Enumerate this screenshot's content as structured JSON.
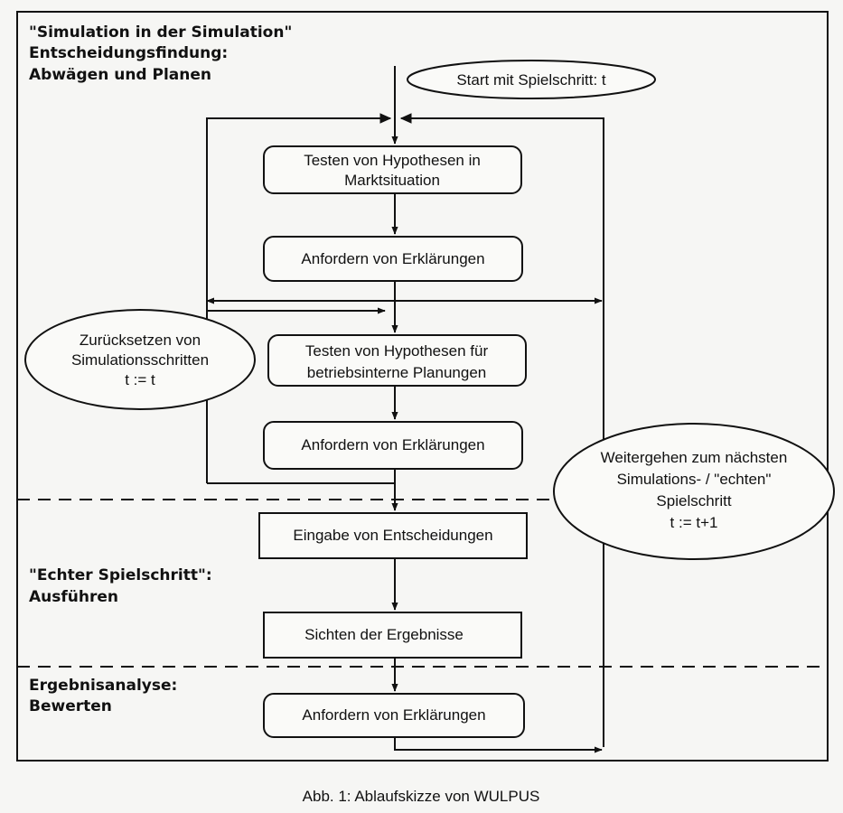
{
  "sections": {
    "planning_title": [
      "\"Simulation in der Simulation\"",
      "Entscheidungsfindung:",
      "Abwägen und Planen"
    ],
    "execute_title": [
      "\"Echter Spielschritt\":",
      "Ausführen"
    ],
    "analysis_title": [
      "Ergebnisanalyse:",
      "Bewerten"
    ]
  },
  "nodes": {
    "start": "Start mit Spielschritt: t",
    "test_market": [
      "Testen von Hypothesen in",
      "Marktsituation"
    ],
    "request_1": "Anfordern von Erklärungen",
    "test_internal": [
      "Testen von Hypothesen für",
      "betriebsinterne  Planungen"
    ],
    "request_2": "Anfordern von Erklärungen",
    "reset": [
      "Zurücksetzen von",
      "Simulationsschritten",
      "t := t"
    ],
    "continue": [
      "Weitergehen zum nächsten",
      "Simulations- / \"echten\"",
      "Spielschritt",
      "t := t+1"
    ],
    "input_decisions": "Eingabe von Entscheidungen",
    "view_results": "Sichten der Ergebnisse",
    "request_3": "Anfordern von Erklärungen"
  },
  "caption": "Abb. 1: Ablaufskizze von WULPUS"
}
